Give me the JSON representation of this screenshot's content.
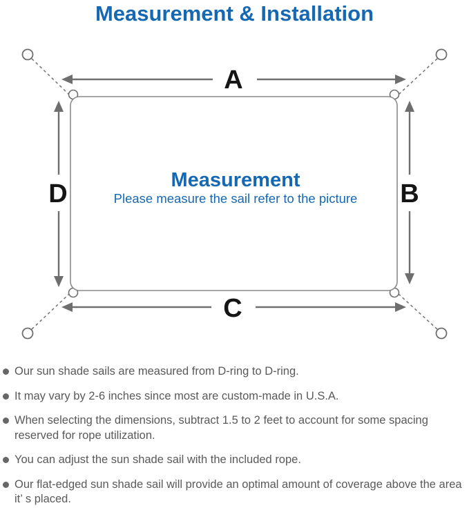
{
  "page_title": "Measurement & Installation",
  "diagram": {
    "side_labels": {
      "top": "A",
      "right": "B",
      "bottom": "C",
      "left": "D"
    },
    "center_title": "Measurement",
    "center_subtitle": "Please measure the sail refer to the picture"
  },
  "notes": [
    "Our sun shade sails are measured from D-ring to D-ring.",
    "It may vary by 2-6 inches since most are custom-made in U.S.A.",
    "When selecting the dimensions, subtract 1.5 to 2 feet to account for some spacing reserved for rope utilization.",
    "You can adjust the sun shade sail with the included rope.",
    "Our flat-edged sun shade sail will provide an optimal amount of coverage above the area it’ s placed."
  ],
  "colors": {
    "accent_blue": "#1668b3",
    "sail_outline_gray": "#8a8a8a",
    "arrow_gray": "#6e6e6e",
    "note_text_gray": "#595959",
    "dimension_label_black": "#151515",
    "background": "#ffffff"
  }
}
